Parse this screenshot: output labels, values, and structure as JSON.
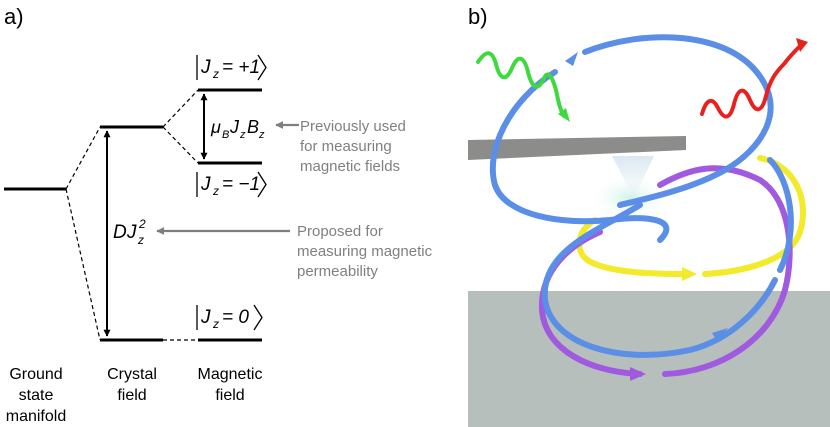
{
  "panel_a": {
    "label": "a)",
    "kets": {
      "plus_one": {
        "j": "J",
        "sub": "z",
        "eq": "= +1"
      },
      "minus_one": {
        "j": "J",
        "sub": "z",
        "eq": "= −1"
      },
      "zero": {
        "j": "J",
        "sub": "z",
        "eq": "= 0"
      }
    },
    "zeeman_term": {
      "mu": "μ",
      "mu_sub": "B",
      "j": "J",
      "j_sub": "z",
      "b": "B",
      "b_sub": "z"
    },
    "crystal_term": {
      "d": "D",
      "j": "J",
      "sub": "z",
      "sup": "2"
    },
    "annotation_previous": [
      "Previously used",
      "for measuring",
      "magnetic fields"
    ],
    "annotation_proposed": [
      "Proposed for",
      "measuring magnetic",
      "permeability"
    ],
    "column_labels": {
      "ground": [
        "Ground",
        "state",
        "manifold"
      ],
      "crystal": [
        "Crystal",
        "field"
      ],
      "magnetic": [
        "Magnetic",
        "field"
      ]
    },
    "colors": {
      "level": "#000000",
      "annotation_text": "#808080",
      "annotation_arrow": "#7f7f7f"
    }
  },
  "panel_b": {
    "label": "b)",
    "colors": {
      "blue_loop": "#5b8ee6",
      "purple_loop": "#a05ae0",
      "yellow_loop": "#f2ea2a",
      "green_wave": "#3ed93e",
      "red_wave": "#e82020",
      "tip": "#8c8c8a",
      "substrate": "#b7bfbc"
    }
  }
}
